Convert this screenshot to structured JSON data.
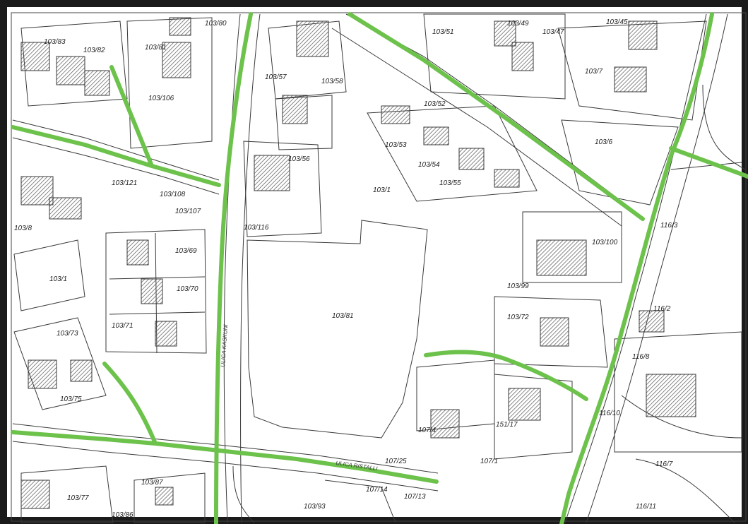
{
  "map": {
    "parcel_labels": [
      "103/83",
      "103/82",
      "103/81",
      "103/80",
      "103/106",
      "103/57",
      "103/58",
      "103/51",
      "103/49",
      "103/47",
      "103/45",
      "103/7",
      "103/52",
      "103/53",
      "103/54",
      "103/55",
      "103/56",
      "103/1",
      "103/6",
      "103/121",
      "103/108",
      "103/107",
      "103/116",
      "103/69",
      "103/70",
      "103/71",
      "103/100",
      "103/99",
      "103/72",
      "103/73",
      "103/75",
      "103/81",
      "107/4",
      "107/25",
      "151/17",
      "107/1",
      "103/87",
      "103/77",
      "103/86",
      "103/93",
      "107/14",
      "107/13",
      "116/3",
      "116/2",
      "116/8",
      "116/10",
      "116/7",
      "116/11",
      "103/1",
      "103/8"
    ],
    "street_labels": [
      "ULICA KASKUNI",
      "ULICA RISTALLI"
    ],
    "colors": {
      "background": "#ffffff",
      "linework": "#3a3a3a",
      "building_hatch": "#555555",
      "route_highlight": "#6cc24a",
      "frame": "#1a1a1a"
    }
  }
}
